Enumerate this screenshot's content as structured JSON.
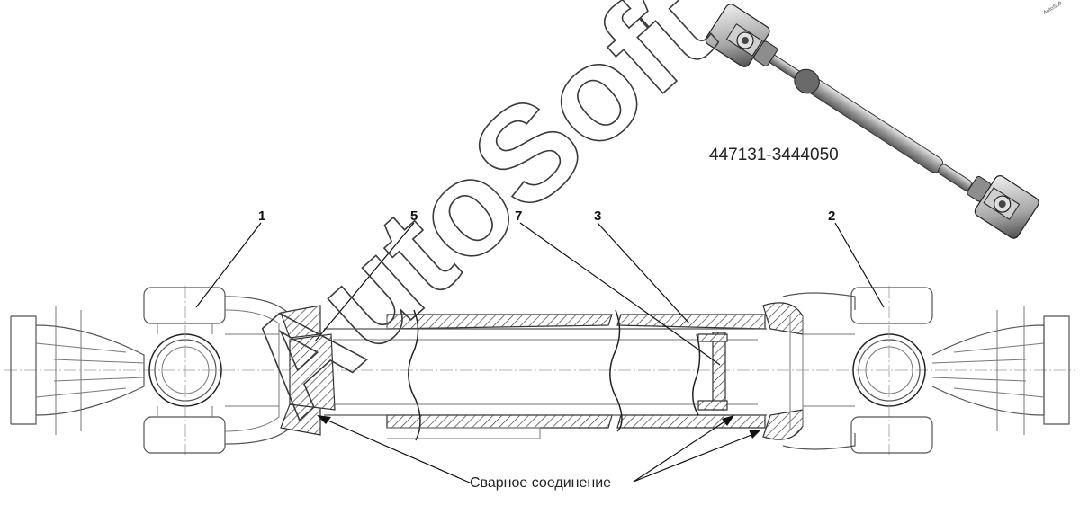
{
  "part_number": "447131-3444050",
  "callouts": {
    "c1": "1",
    "c2": "2",
    "c3": "3",
    "c5": "5",
    "c7": "7"
  },
  "weld_label": "Сварное соединение",
  "watermark": "AutoSoft",
  "corner_mark": "AutoSoft"
}
